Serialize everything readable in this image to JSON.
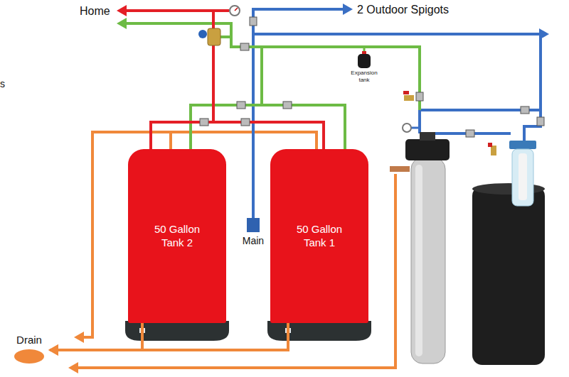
{
  "diagram": {
    "nodes": [
      {
        "text": [
          "Expansion tank"
        ]
      },
      {
        "text": [
          "50 Gallon Tank 2"
        ]
      },
      {
        "text": [
          "Main"
        ]
      },
      {
        "text": [
          "50 Gallon Tank 1"
        ]
      },
      {
        "text": [
          "Drain"
        ]
      }
    ],
    "edges": [
      {
        "from": 1,
        "to": 4,
        "arrow": "to"
      },
      {
        "from": 3,
        "to": 4,
        "arrow": "to"
      }
    ],
    "labels": [
      "Home",
      "2 Outdoor Spigots",
      "s"
    ]
  }
}
